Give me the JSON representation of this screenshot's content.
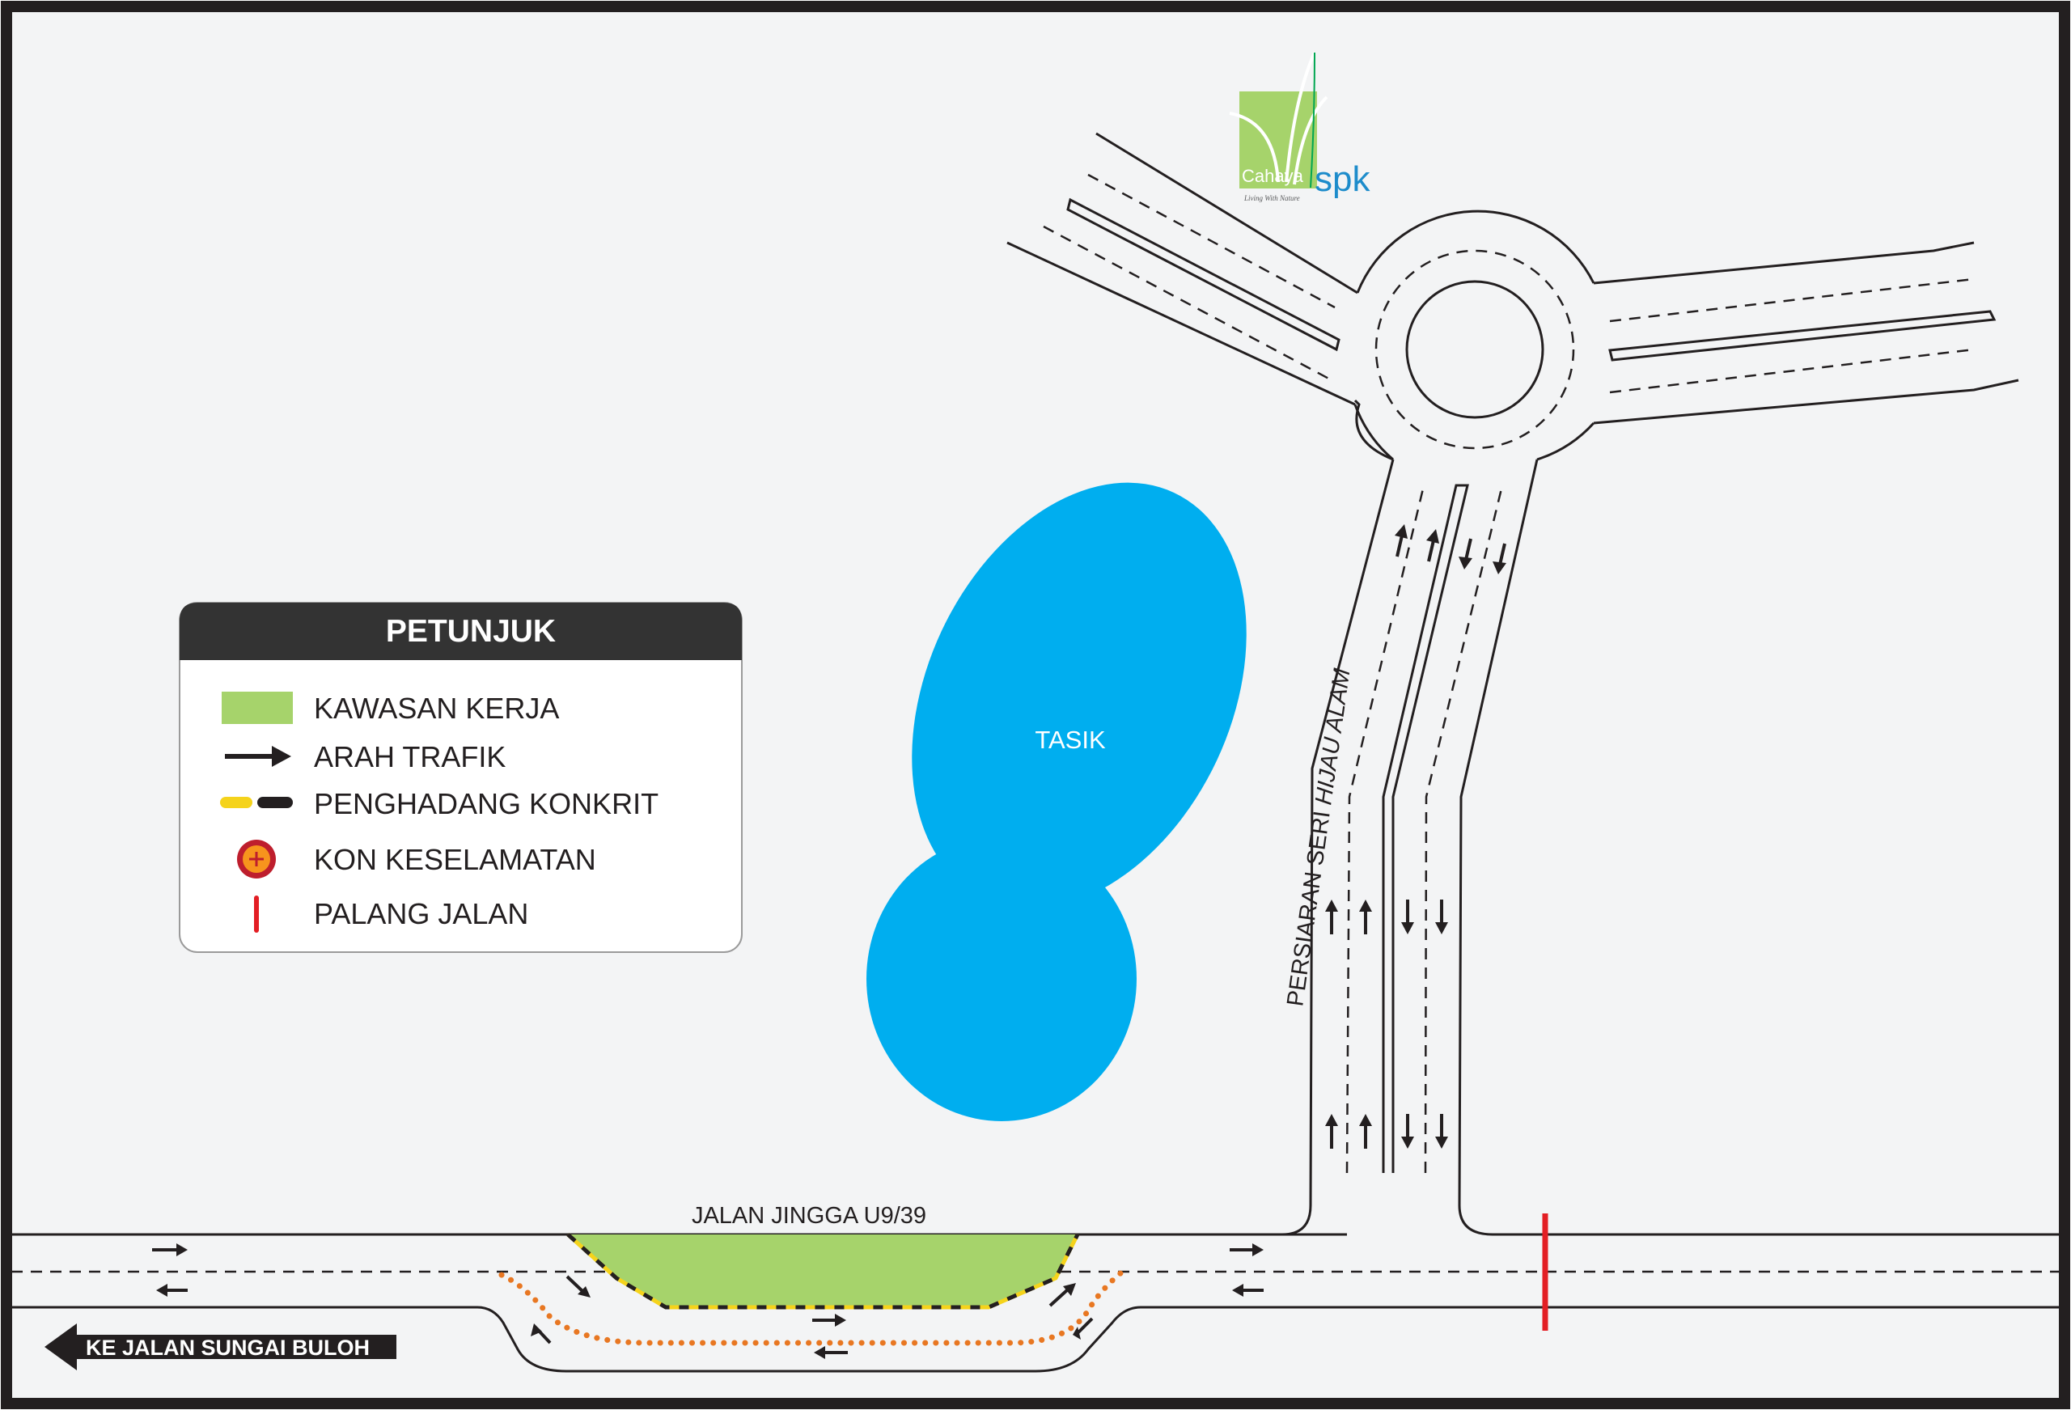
{
  "legend": {
    "title": "PETUNJUK",
    "items": [
      {
        "label": "KAWASAN KERJA",
        "icon": "work-area-swatch",
        "color": "#a6d36b"
      },
      {
        "label": "ARAH TRAFIK",
        "icon": "traffic-arrow-icon",
        "color": "#231f20"
      },
      {
        "label": "PENGHADANG KONKRIT",
        "icon": "concrete-barrier-icon",
        "color": "#f5d31b"
      },
      {
        "label": "KON KESELAMATAN",
        "icon": "safety-cone-icon",
        "color": "#e87722"
      },
      {
        "label": "PALANG JALAN",
        "icon": "road-block-icon",
        "color": "#e31e24"
      }
    ]
  },
  "roads": {
    "main": "JALAN JINGGA U9/39",
    "vertical_prefix": "PERSIARAN SERI ",
    "vertical_suffix": "HIJAU ALAM"
  },
  "lake": {
    "label": "TASIK",
    "color": "#00aeef"
  },
  "direction_sign": {
    "label": "KE JALAN SUNGAI BULOH",
    "icon": "left-arrow-icon"
  },
  "logo": {
    "brand": "Cahaya",
    "brand_suffix": "spk",
    "tagline": "Living With Nature",
    "icon": "leaf-icon"
  },
  "colors": {
    "background": "#f3f4f5",
    "frame": "#231f20",
    "work_area": "#a6d36b",
    "cone": "#e87722",
    "road_block": "#e31e24",
    "barrier_yellow": "#f5d31b"
  }
}
